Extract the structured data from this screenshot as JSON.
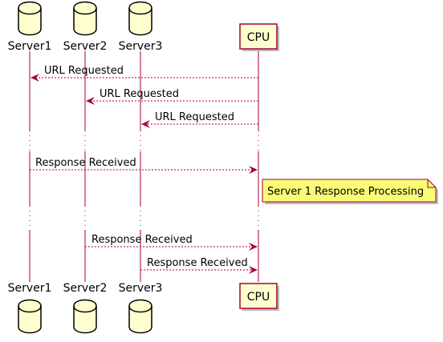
{
  "colors": {
    "lifeline": "#A80036",
    "participant_fill": "#FEFECE",
    "note_fill": "#FBFB77",
    "background": "#FFFFFF",
    "arrow": "#A80036"
  },
  "participants": [
    {
      "id": "server1",
      "name": "Server1",
      "shape": "database"
    },
    {
      "id": "server2",
      "name": "Server2",
      "shape": "database"
    },
    {
      "id": "server3",
      "name": "Server3",
      "shape": "database"
    },
    {
      "id": "cpu",
      "name": "CPU",
      "shape": "box"
    }
  ],
  "messages": [
    {
      "from": "cpu",
      "to": "server1",
      "label": "URL Requested",
      "style": "dashed"
    },
    {
      "from": "cpu",
      "to": "server2",
      "label": "URL Requested",
      "style": "dashed"
    },
    {
      "from": "cpu",
      "to": "server3",
      "label": "URL Requested",
      "style": "dashed"
    },
    {
      "from": "server1",
      "to": "cpu",
      "label": "Response Received",
      "style": "dashed"
    },
    {
      "from": "server2",
      "to": "cpu",
      "label": "Response Received",
      "style": "dashed"
    },
    {
      "from": "server3",
      "to": "cpu",
      "label": "Response Received",
      "style": "dashed"
    }
  ],
  "notes": [
    {
      "anchor": "cpu",
      "position": "right",
      "text": "Server 1 Response Processing"
    }
  ],
  "delays": 2
}
